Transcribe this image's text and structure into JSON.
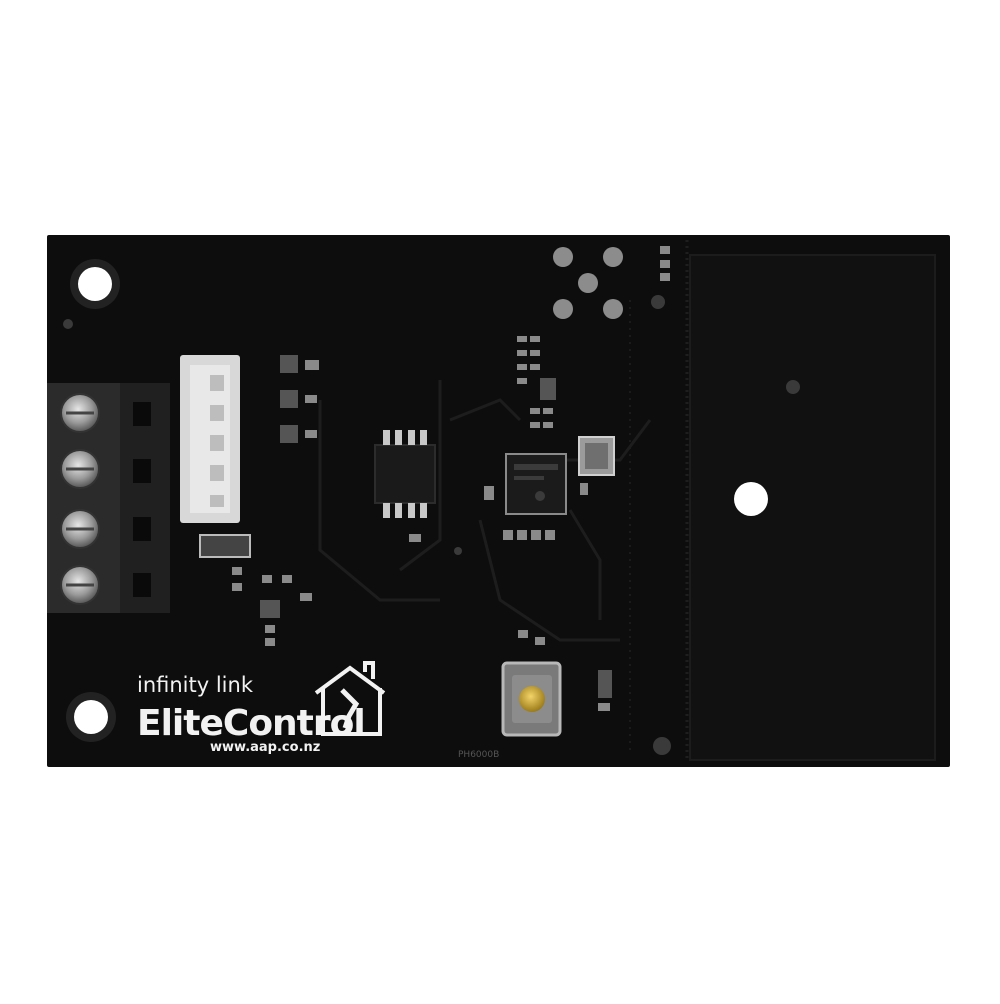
{
  "product": {
    "name": "infinity link",
    "brand": "EliteControl",
    "website": "www.aap.co.nz",
    "board_marking": "PH6000B"
  },
  "colors": {
    "background": "#ffffff",
    "pcb": "#0d0d0d",
    "silkscreen": "#f2f2f2",
    "terminal_block": "#2a2a2a",
    "connector": "#d8d8d8",
    "button_cap": "#c9a227"
  },
  "icons": {
    "logo": "house-with-map-icon",
    "button": "tactile-switch-icon",
    "chip": "qfn-chip-icon"
  }
}
